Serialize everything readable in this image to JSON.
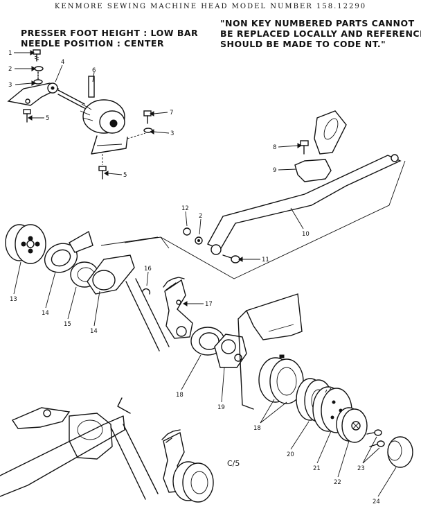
{
  "header": "KENMORE SEWING MACHINE HEAD MODEL NUMBER 158.12290",
  "spec_lines": [
    "PRESSER FOOT HEIGHT : LOW BAR",
    "NEEDLE POSITION : CENTER"
  ],
  "note_lines": [
    "\"NON KEY NUMBERED PARTS CANNOT",
    "BE REPLACED LOCALLY AND REFERENCE",
    "SHOULD BE MADE TO CODE NT.\""
  ],
  "page_code": "C/5",
  "callouts": {
    "c1": "1",
    "c2a": "2",
    "c3a": "3",
    "c4": "4",
    "c5a": "5",
    "c6": "6",
    "c7": "7",
    "c3b": "3",
    "c5b": "5",
    "c8": "8",
    "c9": "9",
    "c12": "12",
    "c2b": "2",
    "c10": "10",
    "c11": "11",
    "c13": "13",
    "c14a": "14",
    "c15": "15",
    "c14b": "14",
    "c16": "16",
    "c17": "17",
    "c18a": "18",
    "c19": "19",
    "c18b": "18",
    "c20": "20",
    "c21": "21",
    "c22": "22",
    "c23": "23",
    "c24": "24"
  }
}
